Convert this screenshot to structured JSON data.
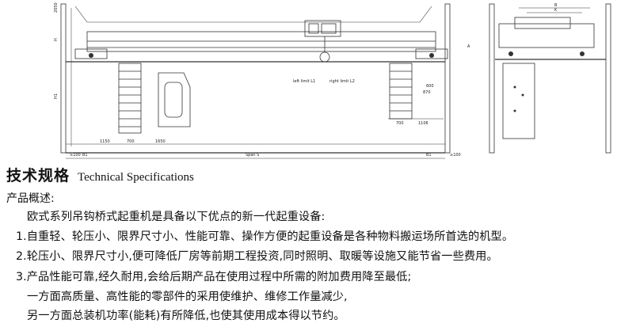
{
  "drawing": {
    "dims": {
      "h_top": "2050",
      "h_mid": "H",
      "h_side": "H1",
      "left_limit": "left limit L1",
      "right_limit": "right limit L2",
      "d_1150": "1150",
      "d_700a": "700",
      "d_1650": "1650",
      "d_700b": "700",
      "d_1106": "1106",
      "d_600": "600",
      "d_870": "870",
      "span": "Span S",
      "b1_left": "B1",
      "b1_right": "B1",
      "gap_left": "≥100",
      "gap_right": "≥100",
      "side_b": "B",
      "side_k": "K",
      "side_a": "A"
    }
  },
  "heading": {
    "cn": "技术规格",
    "en": "Technical Specifications"
  },
  "overview_label": "产品概述:",
  "lines": [
    "欧式系列吊钩桥式起重机是具备以下优点的新一代起重设备:",
    "1.自重轻、轮压小、限界尺寸小、性能可靠、操作方便的起重设备是各种物料搬运场所首选的机型。",
    "2.轮压小、限界尺寸小,便可降低厂房等前期工程投资,同时照明、取暖等设施又能节省一些费用。",
    "3.产品性能可靠,经久耐用,会给后期产品在使用过程中所需的附加费用降至最低;",
    "一方面高质量、高性能的零部件的采用使维护、维修工作量减少,",
    "另一方面总装机功率(能耗)有所降低,也使其使用成本得以节约。"
  ]
}
